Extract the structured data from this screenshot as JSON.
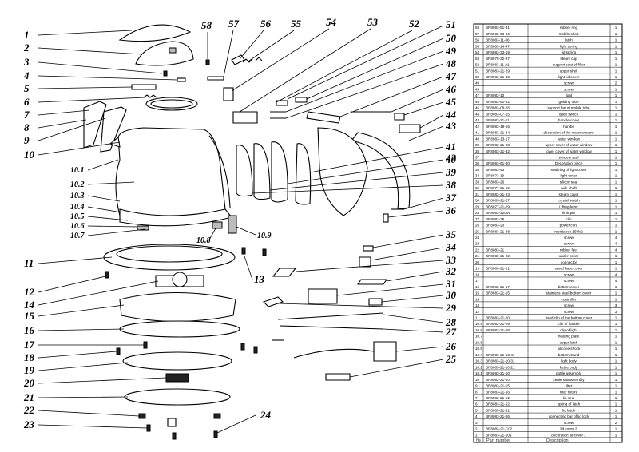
{
  "diagram": {
    "callouts_left": [
      {
        "n": "1"
      },
      {
        "n": "2"
      },
      {
        "n": "3"
      },
      {
        "n": "4"
      },
      {
        "n": "5"
      },
      {
        "n": "6"
      },
      {
        "n": "7"
      },
      {
        "n": "8"
      },
      {
        "n": "9"
      },
      {
        "n": "10"
      },
      {
        "n": "10.1"
      },
      {
        "n": "10.2"
      },
      {
        "n": "10.3"
      },
      {
        "n": "10.4"
      },
      {
        "n": "10.5"
      },
      {
        "n": "10.6"
      },
      {
        "n": "10.7"
      },
      {
        "n": "11"
      },
      {
        "n": "12"
      },
      {
        "n": "14"
      },
      {
        "n": "15"
      },
      {
        "n": "16"
      },
      {
        "n": "17"
      },
      {
        "n": "18"
      },
      {
        "n": "19"
      },
      {
        "n": "20"
      },
      {
        "n": "21"
      },
      {
        "n": "22"
      },
      {
        "n": "23"
      }
    ],
    "callouts_top": [
      {
        "n": "58"
      },
      {
        "n": "57"
      },
      {
        "n": "56"
      },
      {
        "n": "55"
      },
      {
        "n": "54"
      },
      {
        "n": "53"
      },
      {
        "n": "52"
      }
    ],
    "callouts_right": [
      {
        "n": "51"
      },
      {
        "n": "50"
      },
      {
        "n": "49"
      },
      {
        "n": "48"
      },
      {
        "n": "47"
      },
      {
        "n": "46"
      },
      {
        "n": "45"
      },
      {
        "n": "44"
      },
      {
        "n": "43"
      },
      {
        "n": "42"
      },
      {
        "n": "41"
      },
      {
        "n": "40"
      },
      {
        "n": "39"
      },
      {
        "n": "38"
      },
      {
        "n": "37"
      },
      {
        "n": "36"
      },
      {
        "n": "35"
      },
      {
        "n": "34"
      },
      {
        "n": "33"
      },
      {
        "n": "32"
      },
      {
        "n": "31"
      },
      {
        "n": "30"
      },
      {
        "n": "29"
      },
      {
        "n": "28"
      },
      {
        "n": "27"
      },
      {
        "n": "26"
      },
      {
        "n": "25"
      }
    ],
    "callouts_center": [
      {
        "n": "10.8"
      },
      {
        "n": "10.9"
      },
      {
        "n": "13"
      },
      {
        "n": "24"
      }
    ]
  },
  "parts_table": {
    "header": {
      "no": "№",
      "part_number": "Part number",
      "description": "Description"
    },
    "rows": [
      {
        "no": "58",
        "pn": "BR8083-51-41",
        "desc": "rubber ring",
        "qty": "1"
      },
      {
        "no": "57",
        "pn": "BR8083-08-66",
        "desc": "mobile shaft",
        "qty": "1"
      },
      {
        "no": "56",
        "pn": "BR8083-11-36",
        "desc": "latch",
        "qty": "1"
      },
      {
        "no": "55",
        "pn": "BR8083-14-47",
        "desc": "light spring",
        "qty": "1"
      },
      {
        "no": "54",
        "pn": "BR8083-33-19",
        "desc": "lid spring",
        "qty": "1"
      },
      {
        "no": "53",
        "pn": "BR8078-32-27",
        "desc": "steam cap",
        "qty": "1"
      },
      {
        "no": "52",
        "pn": "BR8083-11-21",
        "desc": "support seat of filter",
        "qty": "1"
      },
      {
        "no": "51",
        "pn": "BR8083-21-29",
        "desc": "upper shell",
        "qty": "1"
      },
      {
        "no": "50",
        "pn": "BR8083-21-30",
        "desc": "light lid cover",
        "qty": "1"
      },
      {
        "no": "49",
        "pn": "",
        "desc": "screw",
        "qty": "2"
      },
      {
        "no": "48",
        "pn": "",
        "desc": "screw",
        "qty": "1"
      },
      {
        "no": "47",
        "pn": "BR8083-13",
        "desc": "lignt",
        "qty": "1"
      },
      {
        "no": "46",
        "pn": "BR8083-51-42",
        "desc": "guiding tube",
        "qty": "1"
      },
      {
        "no": "45",
        "pn": "BR8083-08-26",
        "desc": "support fan of mobile tube",
        "qty": "1"
      },
      {
        "no": "44",
        "pn": "BR8083-07-15",
        "desc": "open switch",
        "qty": "1"
      },
      {
        "no": "43",
        "pn": "BR8083-21-11",
        "desc": "handle cover",
        "qty": "1"
      },
      {
        "no": "42",
        "pn": "BR8083-18-16",
        "desc": "handle",
        "qty": "1"
      },
      {
        "no": "41",
        "pn": "BR8083-21-34",
        "desc": "decoration of the water window",
        "qty": "1"
      },
      {
        "no": "40",
        "pn": "BR8083-13-17",
        "desc": "water window",
        "qty": "1"
      },
      {
        "no": "39",
        "pn": "BR8083-21-28",
        "desc": "upper cover of water window",
        "qty": "1"
      },
      {
        "no": "38",
        "pn": "BR8083-21-32",
        "desc": "lower cover of water window",
        "qty": "1"
      },
      {
        "no": "37",
        "pn": "",
        "desc": "window seal",
        "qty": "1"
      },
      {
        "no": "36",
        "pn": "BR8083-61-40",
        "desc": "Decoration piece",
        "qty": "1"
      },
      {
        "no": "35",
        "pn": "BR8083-43",
        "desc": "seal ring of light cover",
        "qty": "1"
      },
      {
        "no": "34",
        "pn": "BR8073-19",
        "desc": "light cover",
        "qty": "1"
      },
      {
        "no": "33",
        "pn": "BR8083-26",
        "desc": "silicon seal",
        "qty": "1"
      },
      {
        "no": "32",
        "pn": "BR8077-21-19",
        "desc": "axle shaft",
        "qty": "1"
      },
      {
        "no": "31",
        "pn": "BR8083-21-23",
        "desc": "steam cover",
        "qty": "1"
      },
      {
        "no": "30",
        "pn": "BR8083-21-27",
        "desc": "crystal switch",
        "qty": "1"
      },
      {
        "no": "29",
        "pn": "BR8077-21-29",
        "desc": "Lifting lever",
        "qty": "1"
      },
      {
        "no": "28",
        "pn": "BR8083-22009",
        "desc": "limit pin",
        "qty": "1"
      },
      {
        "no": "27",
        "pn": "BR8083-39",
        "desc": "clip",
        "qty": "1"
      },
      {
        "no": "26",
        "pn": "BR8083-20",
        "desc": "power cord",
        "qty": "1"
      },
      {
        "no": "25",
        "pn": "BR8083-21-38",
        "desc": "resistance 150kΩ",
        "qty": "1"
      },
      {
        "no": "24",
        "pn": "",
        "desc": "screw",
        "qty": "4"
      },
      {
        "no": "23",
        "pn": "",
        "desc": "screw",
        "qty": "4"
      },
      {
        "no": "22",
        "pn": "BR8083-21",
        "desc": "rubber feet",
        "qty": "4"
      },
      {
        "no": "21",
        "pn": "BR8083-21-22",
        "desc": "under cover",
        "qty": "1"
      },
      {
        "no": "20",
        "pn": "",
        "desc": "connector",
        "qty": "1"
      },
      {
        "no": "19",
        "pn": "BR8083-21-21",
        "desc": "stand base cover",
        "qty": "1"
      },
      {
        "no": "18",
        "pn": "",
        "desc": "screw",
        "qty": "4"
      },
      {
        "no": "17",
        "pn": "",
        "desc": "screw",
        "qty": "4"
      },
      {
        "no": "16",
        "pn": "BR8083-21-17",
        "desc": "bottom cover",
        "qty": "1"
      },
      {
        "no": "15",
        "pn": "BR8083-21-15",
        "desc": "stainless steel bottom cover",
        "qty": "1"
      },
      {
        "no": "14",
        "pn": "",
        "desc": "controller",
        "qty": "1"
      },
      {
        "no": "13",
        "pn": "",
        "desc": "screw",
        "qty": "3"
      },
      {
        "no": "12",
        "pn": "",
        "desc": "screw",
        "qty": "3"
      },
      {
        "no": "11",
        "pn": "BR8083-21-20",
        "desc": "fixed clip of the bottom cover",
        "qty": "1"
      },
      {
        "no": "10.9",
        "pn": "BR8083-21-09",
        "desc": "clip of handle",
        "qty": "1"
      },
      {
        "no": "10.8",
        "pn": "BR8083-21-08",
        "desc": "clip of light",
        "qty": "1"
      },
      {
        "no": "10.7",
        "pn": "",
        "desc": "heating plate",
        "qty": "1"
      },
      {
        "no": "10.6",
        "pn": "",
        "desc": "upper latch",
        "qty": "1"
      },
      {
        "no": "10.5",
        "pn": "",
        "desc": "silicone shock",
        "qty": "1"
      },
      {
        "no": "10.4",
        "pn": "BR8083-21-10-41",
        "desc": "bottom stand",
        "qty": "1"
      },
      {
        "no": "10.3",
        "pn": "BR8083-21-10-31",
        "desc": "light body",
        "qty": "1"
      },
      {
        "no": "10.2",
        "pn": "BR8083-21-10-21",
        "desc": "kettle body",
        "qty": "1"
      },
      {
        "no": "10.1",
        "pn": "BR8083-21-10",
        "desc": "pottle assembly",
        "qty": "1"
      },
      {
        "no": "10",
        "pn": "BR8083-21-10",
        "desc": "kettle subassembly",
        "qty": "1"
      },
      {
        "no": "9",
        "pn": "BR8083-21-15",
        "desc": "filter",
        "qty": "1"
      },
      {
        "no": "8",
        "pn": "BR8083-21-16",
        "desc": "filter fixture",
        "qty": "1"
      },
      {
        "no": "7",
        "pn": "BR8083-21-52",
        "desc": "lid seal",
        "qty": "1"
      },
      {
        "no": "6",
        "pn": "BR8083-21-52",
        "desc": "spring of latch",
        "qty": "1"
      },
      {
        "no": "5",
        "pn": "BR8083-21-61",
        "desc": "lid latch",
        "qty": "1"
      },
      {
        "no": "4",
        "pn": "BR8083-21-06",
        "desc": "connecting bar of lid lock",
        "qty": "1"
      },
      {
        "no": "3",
        "pn": "",
        "desc": "screw",
        "qty": "2"
      },
      {
        "no": "2",
        "pn": "BR8083-21-C02",
        "desc": "lid cover 2",
        "qty": "1"
      },
      {
        "no": "1",
        "pn": "BR8083-21-101",
        "desc": "decoration lid cover 1",
        "qty": "1"
      }
    ]
  }
}
